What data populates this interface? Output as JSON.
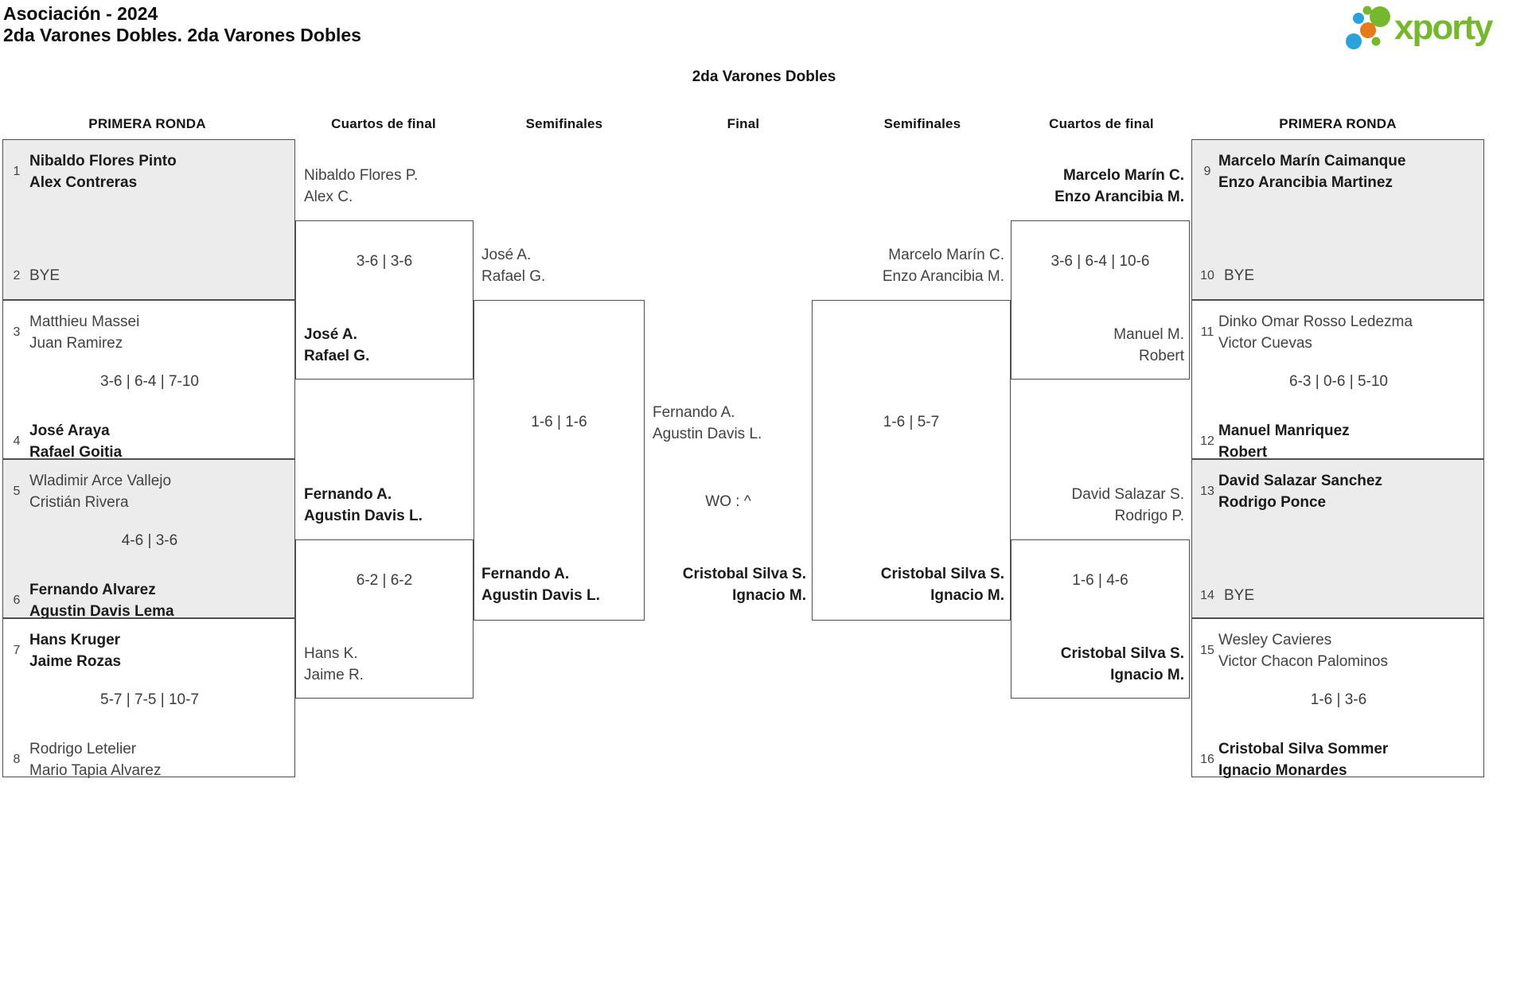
{
  "page": {
    "title_line1": "Asociación - 2024",
    "title_line2": "2da Varones Dobles. 2da Varones Dobles",
    "bracket_title": "2da Varones Dobles",
    "logo_text": "xporty"
  },
  "colors": {
    "logo_green": "#76b82d",
    "logo_blue": "#2aa3dc",
    "logo_orange": "#e87a1e",
    "box_fill_gray": "#ececec",
    "box_border": "#4f4f4f"
  },
  "round_labels": [
    "PRIMERA RONDA",
    "Cuartos de final",
    "Semifinales",
    "Final",
    "Semifinales",
    "Cuartos de final",
    "PRIMERA RONDA"
  ],
  "r1_left": [
    {
      "seed_top": "1",
      "top": [
        "Nibaldo Flores Pinto",
        "Alex Contreras"
      ],
      "seed_bottom": "2",
      "bye": "BYE",
      "score": ""
    },
    {
      "seed_top": "3",
      "top": [
        "Matthieu Massei",
        "Juan Ramirez"
      ],
      "score": "3-6 | 6-4 | 7-10",
      "seed_bottom": "4",
      "bottom": [
        "José Araya",
        "Rafael Goitia"
      ]
    },
    {
      "seed_top": "5",
      "top": [
        "Wladimir Arce Vallejo",
        "Cristián Rivera"
      ],
      "score": "4-6 | 3-6",
      "seed_bottom": "6",
      "bottom": [
        "Fernando Alvarez",
        "Agustin Davis Lema"
      ]
    },
    {
      "seed_top": "7",
      "top": [
        "Hans Kruger",
        "Jaime Rozas"
      ],
      "score": "5-7 | 7-5 | 10-7",
      "seed_bottom": "8",
      "bottom": [
        "Rodrigo Letelier",
        "Mario Tapia Alvarez"
      ]
    }
  ],
  "r1_right": [
    {
      "seed_top": "9",
      "top": [
        "Marcelo Marín Caimanque",
        "Enzo Arancibia Martinez"
      ],
      "seed_bottom": "10",
      "bye": "BYE",
      "score": ""
    },
    {
      "seed_top": "11",
      "top": [
        "Dinko Omar Rosso Ledezma",
        "Victor Cuevas"
      ],
      "score": "6-3 | 0-6 | 5-10",
      "seed_bottom": "12",
      "bottom": [
        "Manuel Manriquez",
        "Robert"
      ]
    },
    {
      "seed_top": "13",
      "top": [
        "David Salazar Sanchez",
        "Rodrigo Ponce"
      ],
      "seed_bottom": "14",
      "bye": "BYE",
      "score": ""
    },
    {
      "seed_top": "15",
      "top": [
        "Wesley Cavieres",
        "Victor Chacon Palominos"
      ],
      "score": "1-6 | 3-6",
      "seed_bottom": "16",
      "bottom": [
        "Cristobal Silva Sommer",
        "Ignacio Monardes"
      ]
    }
  ],
  "qf_left": [
    {
      "top": [
        "Nibaldo Flores P.",
        "Alex C."
      ],
      "score": "3-6 | 3-6",
      "bottom": [
        "José A.",
        "Rafael G."
      ]
    },
    {
      "top": [
        "Fernando A.",
        "Agustin Davis L."
      ],
      "score": "6-2 | 6-2",
      "bottom": [
        "Hans K.",
        "Jaime R."
      ]
    }
  ],
  "qf_right": [
    {
      "top": [
        "Marcelo Marín C.",
        "Enzo Arancibia M."
      ],
      "score": "3-6 | 6-4 | 10-6",
      "bottom": [
        "Manuel M.",
        "Robert"
      ]
    },
    {
      "top": [
        "David Salazar S.",
        "Rodrigo P."
      ],
      "score": "1-6 | 4-6",
      "bottom": [
        "Cristobal Silva S.",
        "Ignacio M."
      ]
    }
  ],
  "sf_left": {
    "top": [
      "José A.",
      "Rafael G."
    ],
    "score": "1-6 | 1-6",
    "bottom": [
      "Fernando A.",
      "Agustin Davis L."
    ]
  },
  "sf_right": {
    "top": [
      "Marcelo Marín C.",
      "Enzo Arancibia M."
    ],
    "score": "1-6 | 5-7",
    "bottom": [
      "Cristobal Silva S.",
      "Ignacio M."
    ]
  },
  "final": {
    "top": [
      "Fernando A.",
      "Agustin Davis L."
    ],
    "score": "WO : ^",
    "bottom": [
      "Cristobal Silva S.",
      "Ignacio M."
    ]
  }
}
